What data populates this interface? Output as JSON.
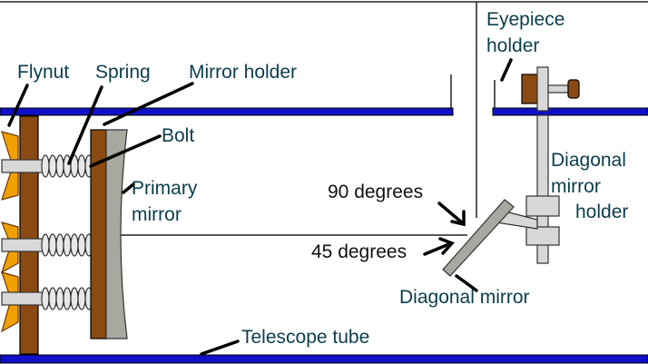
{
  "labels": {
    "flynut": "Flynut",
    "spring": "Spring",
    "mirror_holder": "Mirror holder",
    "bolt": "Bolt",
    "primary_mirror_1": "Primary",
    "primary_mirror_2": "mirror",
    "eyepiece_holder_1": "Eyepiece",
    "eyepiece_holder_2": "holder",
    "diagonal_holder_1": "Diagonal",
    "diagonal_holder_2": "mirror",
    "diagonal_holder_3": "holder",
    "angle_90": "90 degrees",
    "angle_45": "45 degrees",
    "diagonal_mirror": "Diagonal mirror",
    "telescope_tube": "Telescope tube"
  },
  "colors": {
    "tube_blue": "#1010c8",
    "wood_brown": "#8b4a12",
    "flynut_orange": "#f0a000",
    "mirror_gray": "#a8a8a0",
    "bolt_gray": "#d8d8d8",
    "label_teal": "#0b3d4d"
  }
}
